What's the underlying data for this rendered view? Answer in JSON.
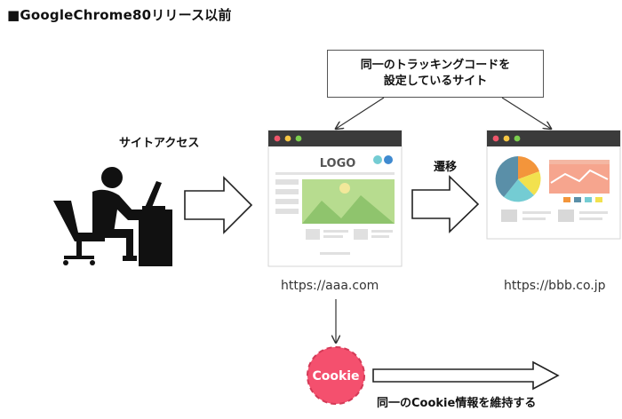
{
  "title": "■GoogleChrome80リリース以前",
  "callout": {
    "line1": "同一のトラッキングコードを",
    "line2": "設定しているサイト"
  },
  "site_access_label": "サイトアクセス",
  "transition_label": "遷移",
  "site_a": {
    "logo_text": "LOGO",
    "url": "https://aaa.com"
  },
  "site_b": {
    "url": "https://bbb.co.jp"
  },
  "cookie": {
    "label": "Cookie",
    "caption": "同一のCookie情報を維持する",
    "color": "#f4506e"
  },
  "colors": {
    "browser_bar": "#3b3b3b",
    "dot_red": "#f0566b",
    "dot_yellow": "#f6c744",
    "dot_green": "#7ccf4e",
    "hero_green": "#b7dc8f",
    "pie_orange": "#f3953b",
    "pie_blue": "#5a8fa8",
    "pie_teal": "#74ccd3",
    "pie_yellow": "#f2e14e",
    "line_chart_bg": "#f6a58e"
  }
}
